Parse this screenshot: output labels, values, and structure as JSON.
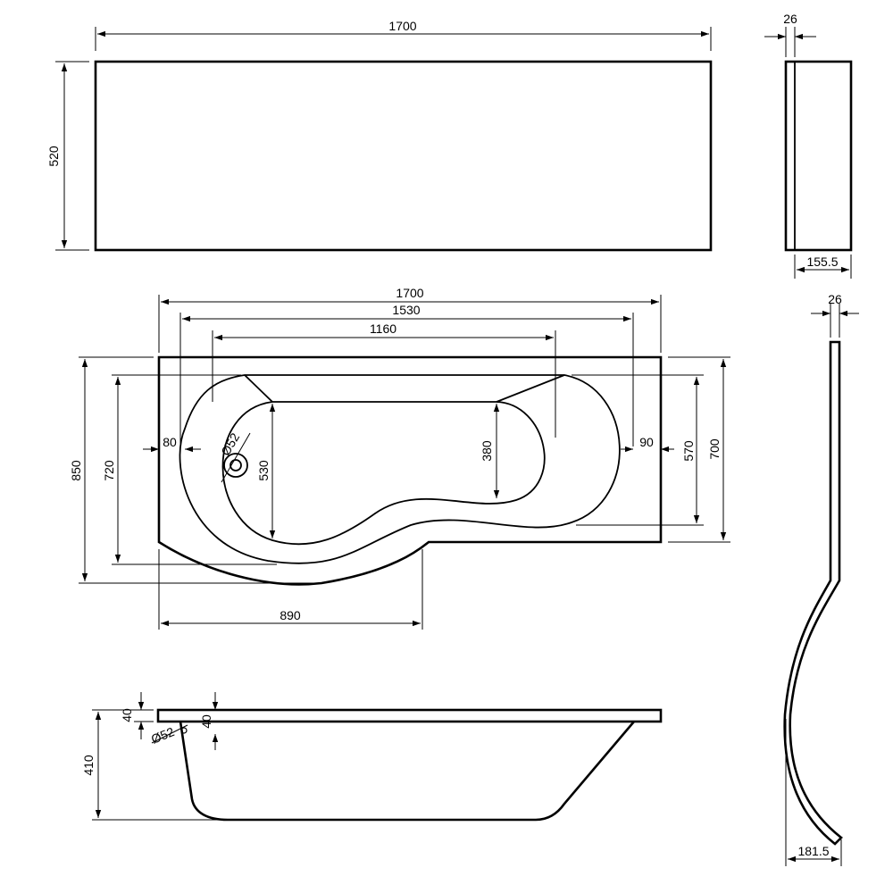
{
  "dimensions": {
    "front_panel_length": "1700",
    "front_panel_height": "520",
    "end_panel_thickness": "26",
    "end_panel_width": "155.5",
    "plan_overall_length": "1700",
    "plan_inner_length": "1530",
    "plan_bottom_length": "1160",
    "plan_overall_width": "850",
    "plan_inner_width": "720",
    "plan_bowl_width": "530",
    "plan_narrow_bowl": "380",
    "plan_right_inner_width": "570",
    "plan_right_outer_width": "700",
    "plan_left_rim": "80",
    "plan_right_rim": "90",
    "plan_waste_diameter": "Ø52",
    "plan_curve_length": "890",
    "screen_thickness": "26",
    "screen_curve_depth": "181.5",
    "side_rim_thickness": "40",
    "side_overflow_offset": "40",
    "side_waste_diameter": "Ø52",
    "side_total_height": "410"
  }
}
